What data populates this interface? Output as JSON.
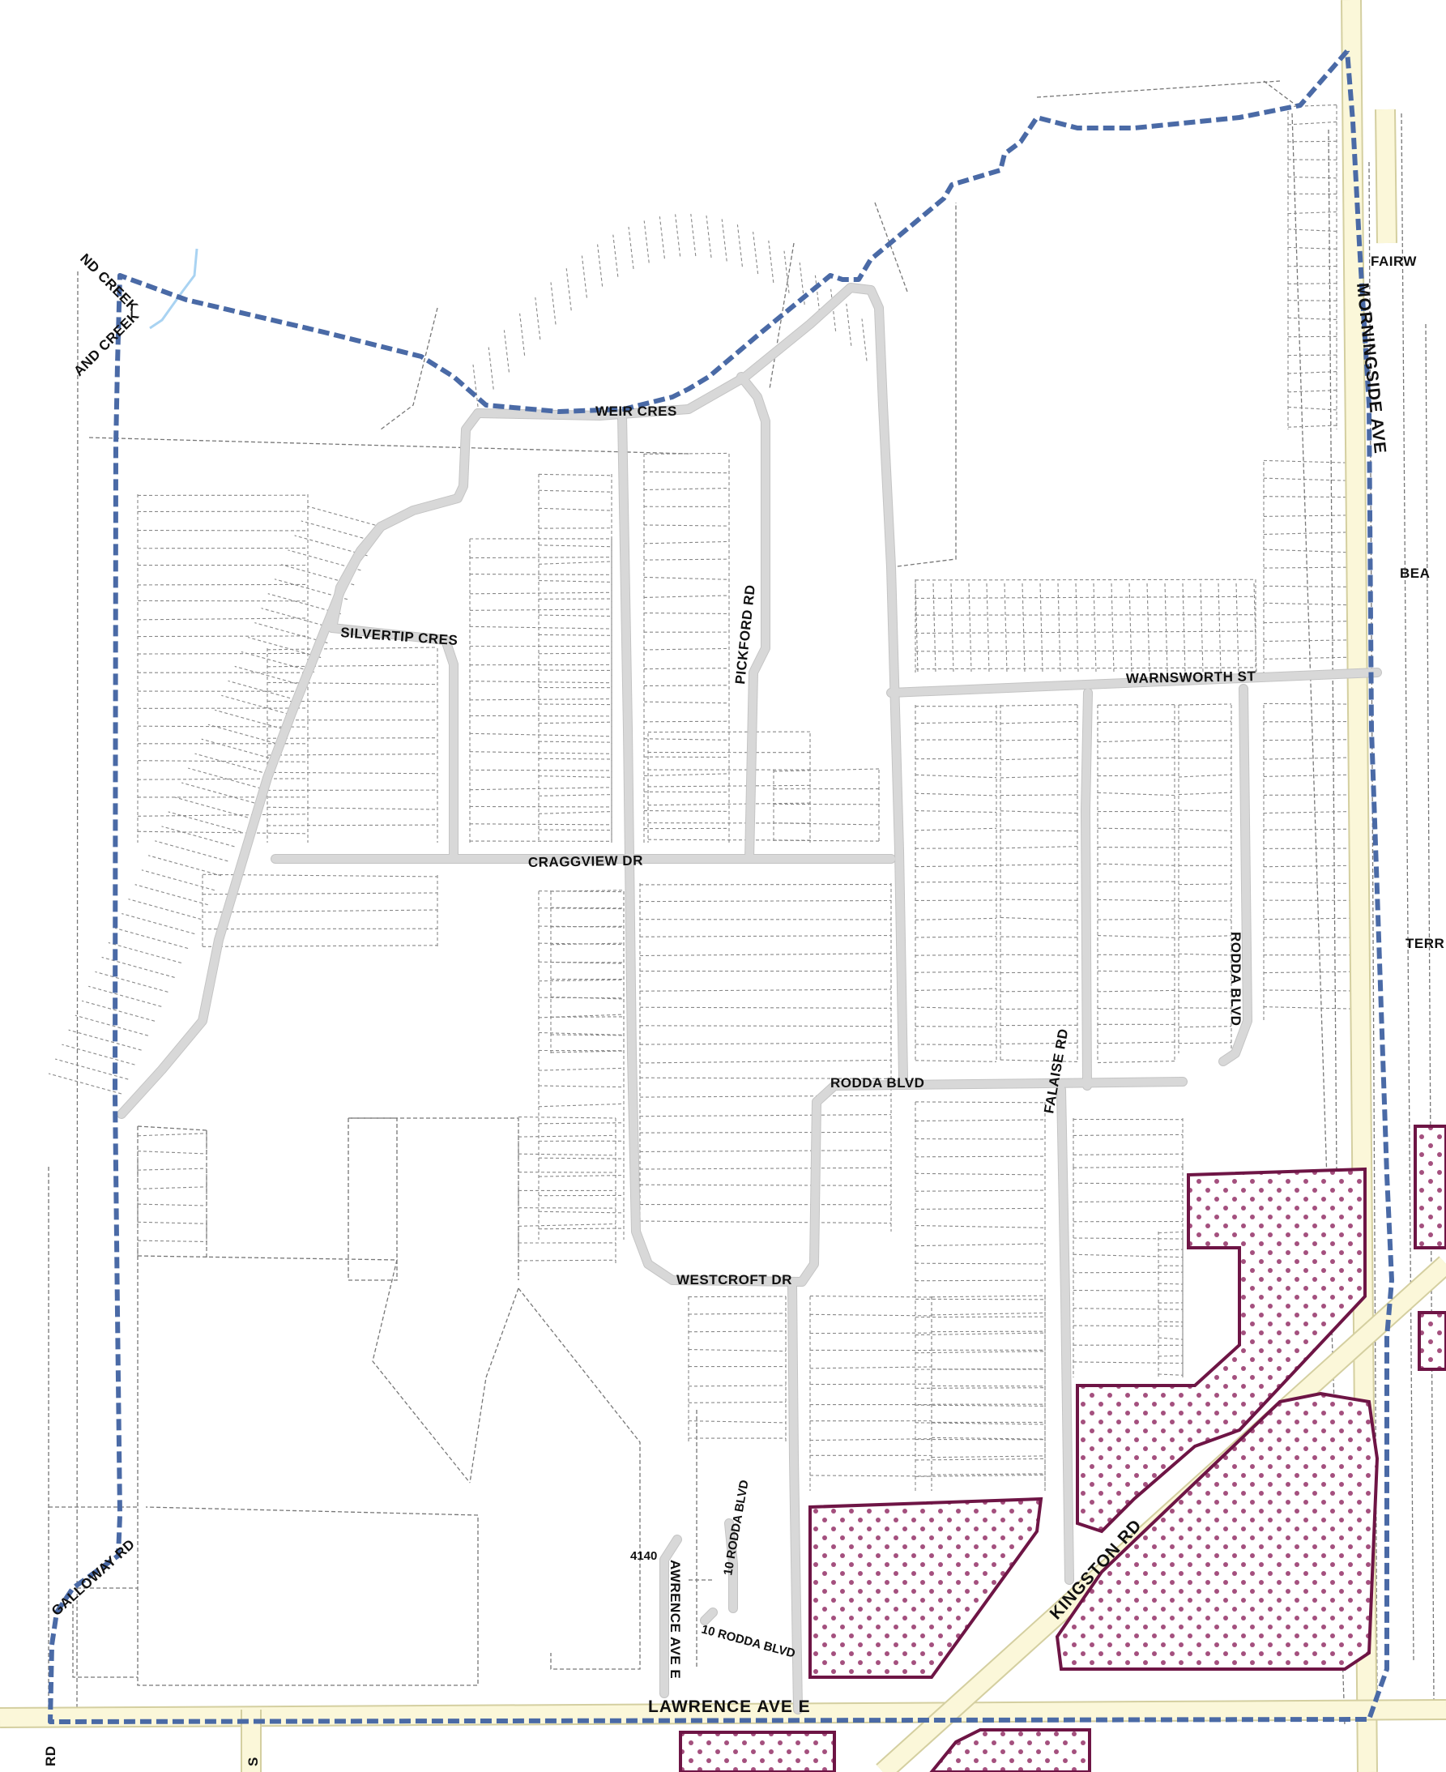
{
  "map": {
    "streets": {
      "weir_cres": "WEIR CRES",
      "silvertip_cres": "SILVERTIP CRES",
      "pickford_rd": "PICKFORD RD",
      "warnsworth_st": "WARNSWORTH ST",
      "craggview_dr": "CRAGGVIEW DR",
      "rodda_blvd_south": "RODDA BLVD",
      "rodda_blvd_east": "RODDA BLVD",
      "falaise_rd": "FALAISE RD",
      "westcroft_dr": "WESTCROFT DR",
      "morningside_ave": "MORNINGSIDE AVE",
      "fairw": "FAIRW",
      "bea": "BEA",
      "terr": "TERR",
      "kingston_rd": "KINGSTON RD",
      "lawrence_ave_e": "LAWRENCE AVE E",
      "galloway_rd": "GALLOWAY RD",
      "lawrence_ave_e_addr": "AWRENCE AVE E",
      "rd_corner": "RD",
      "s_corner": "S"
    },
    "addresses": {
      "addr_4140": "4140",
      "rodda_10_a": "10 RODDA BLVD",
      "rodda_10_b": "10 RODDA BLVD"
    },
    "creeks": {
      "creek_upper": "ND CREEK",
      "creek_lower": "AND CREEK"
    },
    "colors": {
      "boundary": "#4a6aa6",
      "zone_outline": "#6e1545",
      "zone_dots": "#a4507e",
      "major_road": "#fbf7d9",
      "local_road": "#d8d8d8",
      "creek": "#a9d3f2"
    }
  }
}
